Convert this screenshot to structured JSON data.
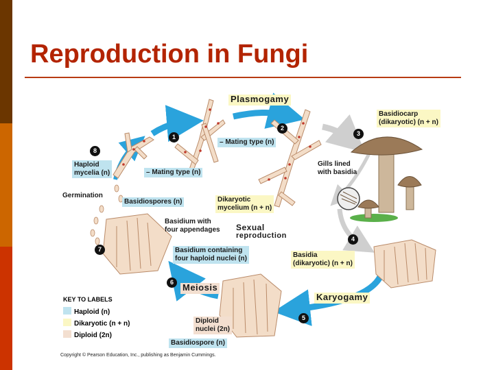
{
  "slide": {
    "title": "Reproduction in Fungi"
  },
  "stages": {
    "plasmogamy": "Plasmogamy",
    "sexual_reproduction_1": "Sexual",
    "sexual_reproduction_2": "reproduction",
    "meiosis": "Meiosis",
    "karyogamy": "Karyogamy"
  },
  "steps": [
    "1",
    "2",
    "3",
    "4",
    "5",
    "6",
    "7",
    "8"
  ],
  "labels": {
    "mating_type_n_top": "– Mating type (n)",
    "mating_type_n_left": "– Mating type (n)",
    "haploid_mycelia_1": "Haploid",
    "haploid_mycelia_2": "mycelia (n)",
    "germination": "Germination",
    "basidiospores_n": "Basidiospores (n)",
    "basidium_appendages_1": "Basidium with",
    "basidium_appendages_2": "four appendages",
    "basidium_nuclei_1": "Basidium containing",
    "basidium_nuclei_2": "four haploid nuclei (n)",
    "dikaryotic_mycelium_1": "Dikaryotic",
    "dikaryotic_mycelium_2": "mycelium (n + n)",
    "basidiocarp_1": "Basidiocarp",
    "basidiocarp_2": "(dikaryotic) (n + n)",
    "gills_1": "Gills lined",
    "gills_2": "with basidia",
    "basidia_1": "Basidia",
    "basidia_2": "(dikaryotic) (n + n)",
    "diploid_nuclei_1": "Diploid",
    "diploid_nuclei_2": "nuclei (2n)",
    "basidiospore_n": "Basidiospore (n)"
  },
  "key": {
    "title": "KEY TO LABELS",
    "items": [
      {
        "label": "Haploid (n)",
        "color": "#bfe3ef"
      },
      {
        "label": "Dikaryotic (n + n)",
        "color": "#fbf7c4"
      },
      {
        "label": "Diploid (2n)",
        "color": "#f3dfd0"
      }
    ]
  },
  "colors": {
    "arrow_blue": "#2aa3dc",
    "arrow_gray": "#cfcfcf",
    "hypha_fill": "#f3ddc8",
    "hypha_stroke": "#b98a68",
    "nucleus_red": "#c0392b",
    "cap_brown": "#9b7a58",
    "stalk": "#cdb79b"
  },
  "copyright": "Copyright © Pearson Education, Inc., publishing as Benjamin Cummings."
}
